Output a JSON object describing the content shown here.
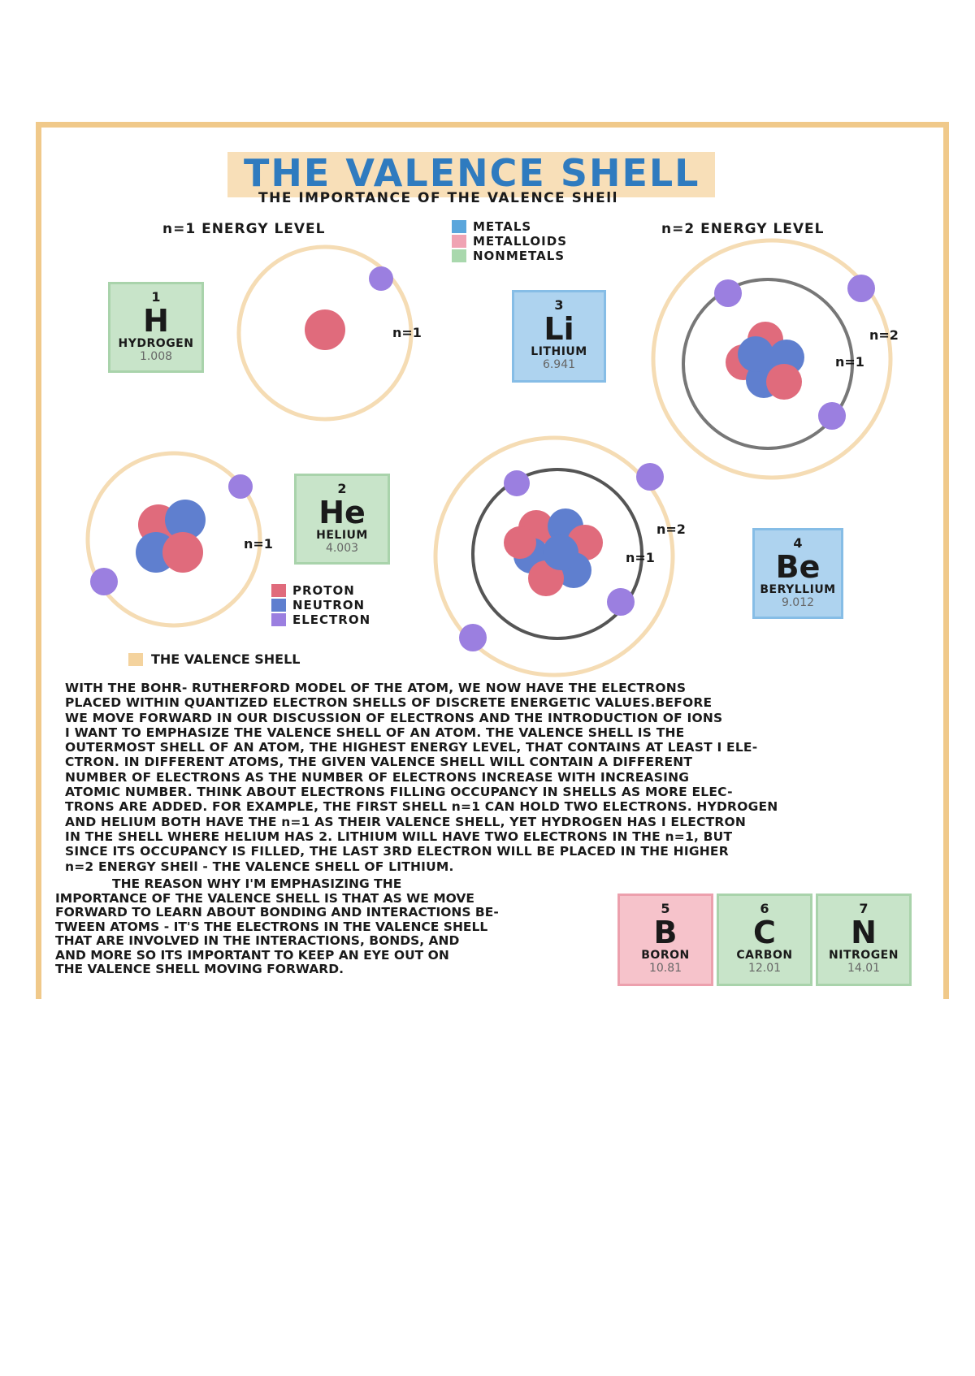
{
  "title": "THE VALENCE SHELL",
  "subtitle": "THE IMPORTANCE OF THE VALENCE SHEll",
  "levels": {
    "n1": "n=1 ENERGY LEVEL",
    "n2": "n=2 ENERGY LEVEL"
  },
  "type_legend": [
    {
      "label": "METALS",
      "color": "#5aa6dc"
    },
    {
      "label": "METALLOIDS",
      "color": "#f0a3b3"
    },
    {
      "label": "NONMETALS",
      "color": "#a9d8ad"
    }
  ],
  "particle_legend": [
    {
      "label": "PROTON",
      "color": "#e06b7c"
    },
    {
      "label": "NEUTRON",
      "color": "#5f7fcf"
    },
    {
      "label": "ELECTRON",
      "color": "#9b7fe0"
    }
  ],
  "valence_key": "THE VALENCE SHELL",
  "elements": {
    "hydrogen": {
      "number": "1",
      "symbol": "H",
      "name": "HYDROGEN",
      "mass": "1.008"
    },
    "lithium": {
      "number": "3",
      "symbol": "Li",
      "name": "LITHIUM",
      "mass": "6.941"
    },
    "helium": {
      "number": "2",
      "symbol": "He",
      "name": "HELIUM",
      "mass": "4.003"
    },
    "beryllium": {
      "number": "4",
      "symbol": "Be",
      "name": "BERYLLIUM",
      "mass": "9.012"
    },
    "boron": {
      "number": "5",
      "symbol": "B",
      "name": "BORON",
      "mass": "10.81"
    },
    "carbon": {
      "number": "6",
      "symbol": "C",
      "name": "CARBON",
      "mass": "12.01"
    },
    "nitrogen": {
      "number": "7",
      "symbol": "N",
      "name": "NITROGEN",
      "mass": "14.01"
    }
  },
  "shell_labels": {
    "h_n1": "n=1",
    "li_n2": "n=2",
    "li_n1": "n=1",
    "he_n1": "n=1",
    "be_n2": "n=2",
    "be_n1": "n=1"
  },
  "paragraph1": [
    "WITH THE BOHR- RUTHERFORD MODEL OF THE ATOM, WE NOW HAVE THE ELECTRONS",
    "PLACED WITHIN QUANTIZED ELECTRON SHELLS OF DISCRETE ENERGETIC VALUES.BEFORE",
    "WE MOVE FORWARD IN OUR DISCUSSION OF ELECTRONS AND THE INTRODUCTION OF IONS",
    "I WANT TO EMPHASIZE THE VALENCE SHELL OF AN ATOM. THE VALENCE SHELL IS THE",
    "OUTERMOST SHELL OF AN ATOM, THE HIGHEST ENERGY LEVEL, THAT CONTAINS AT LEAST I ELE-",
    "CTRON. IN DIFFERENT ATOMS, THE GIVEN VALENCE SHELL WILL CONTAIN A DIFFERENT",
    "NUMBER OF ELECTRONS AS THE NUMBER OF ELECTRONS INCREASE WITH INCREASING",
    "ATOMIC NUMBER. THINK ABOUT ELECTRONS FILLING OCCUPANCY IN SHELLS AS MORE ELEC-",
    "TRONS ARE ADDED. FOR EXAMPLE, THE FIRST SHELL n=1 CAN HOLD TWO ELECTRONS. HYDROGEN",
    "AND HELIUM BOTH HAVE THE n=1 AS THEIR VALENCE SHELL, YET HYDROGEN HAS I ELECTRON",
    "IN THE SHELL WHERE HELIUM HAS 2. LITHIUM WILL HAVE TWO ELECTRONS IN THE n=1, BUT",
    "SINCE ITS OCCUPANCY IS FILLED, THE LAST 3RD ELECTRON WILL BE PLACED IN THE HIGHER",
    "n=2 ENERGY SHEll - THE VALENCE SHELL OF LITHIUM."
  ],
  "paragraph2": [
    "THE REASON WHY I'M EMPHASIZING THE",
    "IMPORTANCE OF THE VALENCE SHELL IS THAT AS WE MOVE",
    "FORWARD TO LEARN ABOUT BONDING AND INTERACTIONS BE-",
    "TWEEN ATOMS - IT'S THE ELECTRONS IN THE VALENCE SHELL",
    "THAT ARE INVOLVED IN THE INTERACTIONS, BONDS, AND",
    "AND MORE SO ITS IMPORTANT TO KEEP AN EYE OUT ON",
    "THE VALENCE SHELL MOVING FORWARD."
  ]
}
